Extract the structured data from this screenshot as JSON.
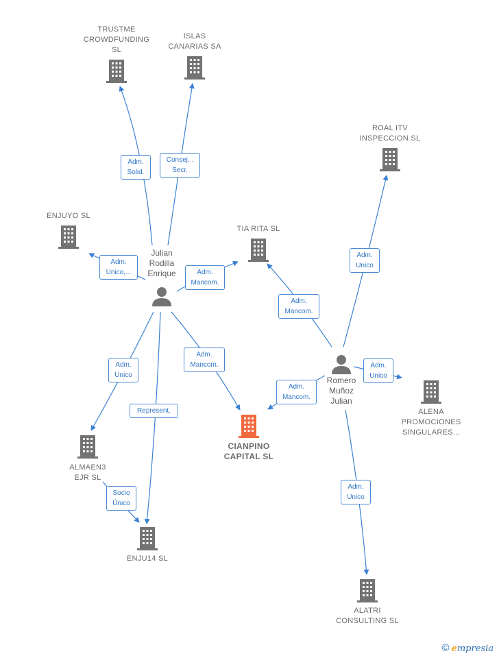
{
  "colors": {
    "building": "#737373",
    "building_center": "#f26a3d",
    "person": "#737373",
    "edge": "#3a80d2"
  },
  "nodes": {
    "trustme": {
      "label": "TRUSTME\nCROWDFUNDING\nSL",
      "type": "building"
    },
    "islas": {
      "label": "ISLAS\nCANARIAS SA",
      "type": "building"
    },
    "roal": {
      "label": "ROAL ITV\nINSPECCION SL",
      "type": "building"
    },
    "enjuyo": {
      "label": "ENJUYO SL",
      "type": "building"
    },
    "tiarita": {
      "label": "TIA RITA  SL",
      "type": "building"
    },
    "julian": {
      "label": "Julian\nRodilla\nEnrique",
      "type": "person"
    },
    "romero": {
      "label": "Romero\nMuñoz\nJulian",
      "type": "person"
    },
    "cianpino": {
      "label": "CIANPINO\nCAPITAL  SL",
      "type": "building-center"
    },
    "alena": {
      "label": "ALENA\nPROMOCIONES\nSINGULARES...",
      "type": "building"
    },
    "almaen3": {
      "label": "ALMAEN3\nEJR SL",
      "type": "building"
    },
    "enju14": {
      "label": "ENJU14  SL",
      "type": "building"
    },
    "alatri": {
      "label": "ALATRI\nCONSULTING SL",
      "type": "building"
    }
  },
  "roles": {
    "julian_trustme": "Adm.\nSolid.",
    "julian_islas": "Consej. .\nSecr.",
    "julian_enjuyo": "Adm.\nUnico,...",
    "julian_tiarita": "Adm.\nMancom.",
    "julian_almaen3": "Adm.\nUnico",
    "julian_enju14": "Represent.",
    "julian_cianpino": "Adm.\nMancom.",
    "almaen3_enju14": "Socio\nÚnico",
    "romero_tiarita": "Adm.\nMancom.",
    "romero_roal": "Adm.\nUnico",
    "romero_alena": "Adm.\nUnico",
    "romero_cianpino": "Adm.\nMancom.",
    "romero_alatri": "Adm.\nUnico"
  },
  "watermark": {
    "symbol": "©",
    "brand_e": "e",
    "brand_rest": "mpresia"
  }
}
